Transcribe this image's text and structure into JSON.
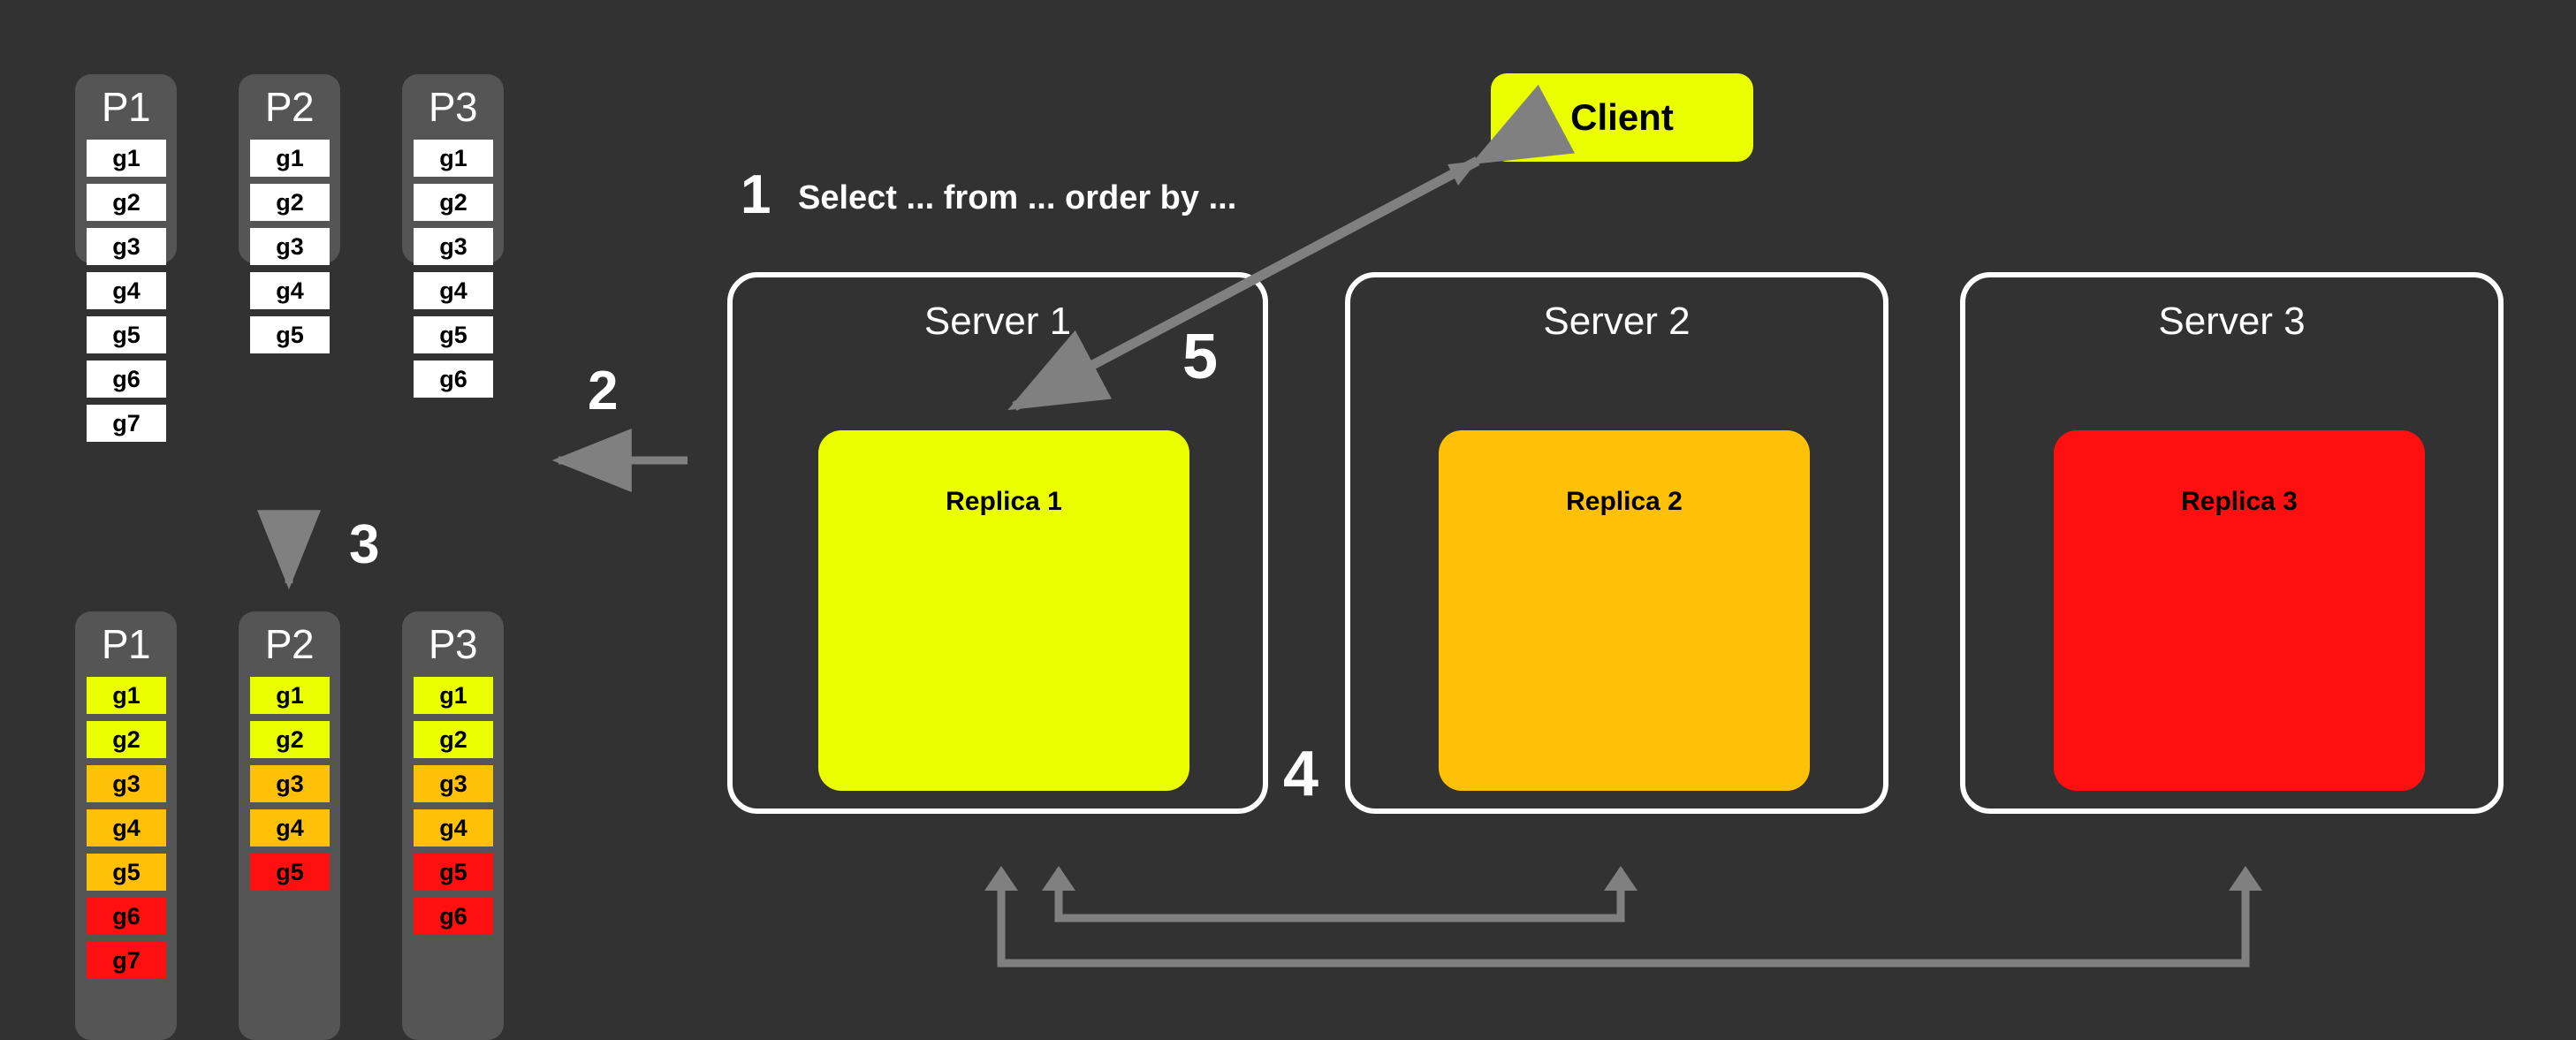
{
  "colors": {
    "background": "#323232",
    "column": "#555555",
    "white": "#ffffff",
    "yellow": "#eaff00",
    "amber": "#ffc107",
    "red": "#ff1010",
    "arrow": "#808080",
    "text_dark": "#000000"
  },
  "caption": {
    "step": "1",
    "query": "Select ... from ... order by ..."
  },
  "steps": {
    "s1": "1",
    "s2": "2",
    "s3": "3",
    "s4": "4",
    "s5": "5"
  },
  "client": {
    "label": "Client"
  },
  "servers": [
    {
      "title": "Server 1",
      "replica": "Replica 1",
      "replica_color": "#eaff00"
    },
    {
      "title": "Server 2",
      "replica": "Replica 2",
      "replica_color": "#ffc107"
    },
    {
      "title": "Server 3",
      "replica": "Replica 3",
      "replica_color": "#ff1010"
    }
  ],
  "top_partitions": [
    {
      "title": "P1",
      "cells": [
        {
          "label": "g1",
          "color": "white"
        },
        {
          "label": "g2",
          "color": "white"
        },
        {
          "label": "g3",
          "color": "white"
        },
        {
          "label": "g4",
          "color": "white"
        },
        {
          "label": "g5",
          "color": "white"
        },
        {
          "label": "g6",
          "color": "white"
        },
        {
          "label": "g7",
          "color": "white"
        }
      ]
    },
    {
      "title": "P2",
      "cells": [
        {
          "label": "g1",
          "color": "white"
        },
        {
          "label": "g2",
          "color": "white"
        },
        {
          "label": "g3",
          "color": "white"
        },
        {
          "label": "g4",
          "color": "white"
        },
        {
          "label": "g5",
          "color": "white"
        }
      ]
    },
    {
      "title": "P3",
      "cells": [
        {
          "label": "g1",
          "color": "white"
        },
        {
          "label": "g2",
          "color": "white"
        },
        {
          "label": "g3",
          "color": "white"
        },
        {
          "label": "g4",
          "color": "white"
        },
        {
          "label": "g5",
          "color": "white"
        },
        {
          "label": "g6",
          "color": "white"
        }
      ]
    }
  ],
  "bottom_partitions": [
    {
      "title": "P1",
      "cells": [
        {
          "label": "g1",
          "color": "yellow"
        },
        {
          "label": "g2",
          "color": "yellow"
        },
        {
          "label": "g3",
          "color": "amber"
        },
        {
          "label": "g4",
          "color": "amber"
        },
        {
          "label": "g5",
          "color": "amber"
        },
        {
          "label": "g6",
          "color": "red"
        },
        {
          "label": "g7",
          "color": "red"
        }
      ]
    },
    {
      "title": "P2",
      "cells": [
        {
          "label": "g1",
          "color": "yellow"
        },
        {
          "label": "g2",
          "color": "yellow"
        },
        {
          "label": "g3",
          "color": "amber"
        },
        {
          "label": "g4",
          "color": "amber"
        },
        {
          "label": "g5",
          "color": "red"
        }
      ]
    },
    {
      "title": "P3",
      "cells": [
        {
          "label": "g1",
          "color": "yellow"
        },
        {
          "label": "g2",
          "color": "yellow"
        },
        {
          "label": "g3",
          "color": "amber"
        },
        {
          "label": "g4",
          "color": "amber"
        },
        {
          "label": "g5",
          "color": "red"
        },
        {
          "label": "g6",
          "color": "red"
        }
      ]
    }
  ]
}
